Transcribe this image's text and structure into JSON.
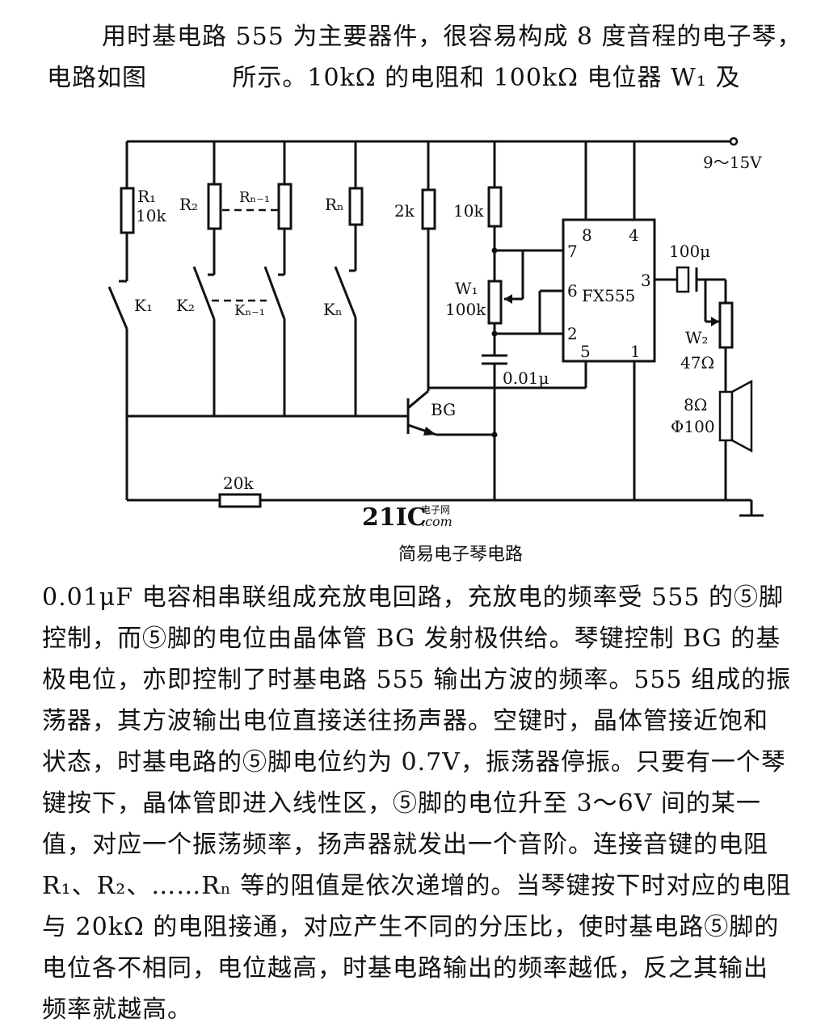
{
  "intro_lines": [
    "用时基电路 555 为主要器件，很容易构成 8 度音程的电子琴，",
    "电路如图          所示。10kΩ 的电阻和 100kΩ 电位器 W₁ 及"
  ],
  "body_lines": [
    "0.01μF 电容相串联组成充放电回路，充放电的频率受 555 的⑤脚",
    "控制，而⑤脚的电位由晶体管 BG 发射极供给。琴键控制 BG 的基",
    "极电位，亦即控制了时基电路 555 输出方波的频率。555 组成的振",
    "荡器，其方波输出电位直接送往扬声器。空键时，晶体管接近饱和",
    "状态，时基电路的⑤脚电位约为 0.7V，振荡器停振。只要有一个琴",
    "键按下，晶体管即进入线性区，⑤脚的电位升至 3～6V 间的某一",
    "值，对应一个振荡频率，扬声器就发出一个音阶。连接音键的电阻",
    "R₁、R₂、……Rₙ 等的阻值是依次递增的。当琴键按下时对应的电阻",
    "与 20kΩ 的电阻接通，对应产生不同的分压比，使时基电路⑤脚的",
    "电位各不相同，电位越高，时基电路输出的频率越低，反之其输出",
    "频率就越高。"
  ],
  "circuit": {
    "supply": "9～15V",
    "r1": "R₁",
    "r1_value": "10k",
    "r2": "R₂",
    "rn1": "Rₙ₋₁",
    "rn": "Rₙ",
    "r_base": "2k",
    "r_timing": "10k",
    "w1": "W₁",
    "w1_value": "100k",
    "cap_timing": "0.01μ",
    "k1": "K₁",
    "k2": "K₂",
    "kn1": "Kₙ₋₁",
    "kn": "Kₙ",
    "transistor": "BG",
    "ic": "FX555",
    "pin8": "8",
    "pin4": "4",
    "pin7": "7",
    "pin6": "6",
    "pin3": "3",
    "pin2": "2",
    "pin5": "5",
    "pin1": "1",
    "cap_out": "100μ",
    "w2": "W₂",
    "w2_value": "47Ω",
    "speaker_z": "8Ω",
    "speaker_d": "Φ100",
    "r_ground": "20k",
    "caption": "简易电子琴电路"
  },
  "watermark": {
    "logo": "21IC",
    "sub1": "电子网",
    "sub2": ".com",
    "color": "#e8a8a8"
  }
}
